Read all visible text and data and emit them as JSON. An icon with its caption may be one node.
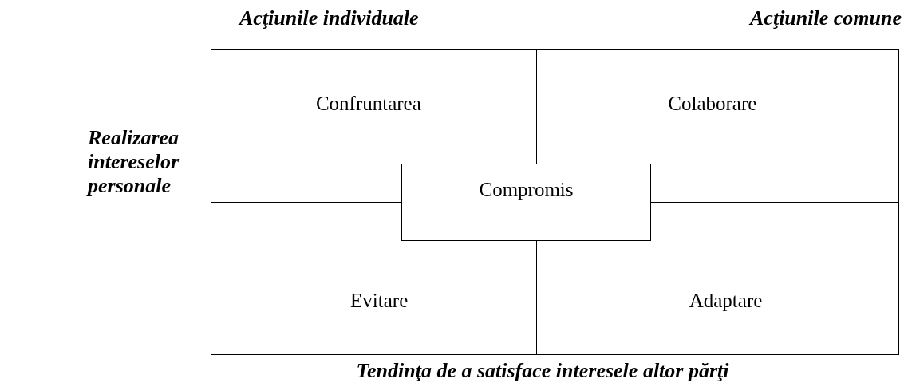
{
  "diagram": {
    "nodes": [
      {
        "text": [
          "Confruntarea"
        ]
      },
      {
        "text": [
          "Colaborare"
        ]
      },
      {
        "text": [
          "Compromis"
        ]
      },
      {
        "text": [
          "Evitare"
        ]
      },
      {
        "text": [
          "Adaptare"
        ]
      }
    ],
    "labels": [
      "Acţiunile individuale",
      "Acţiunile comune",
      "Realizarea intereselor personale",
      "Tendinţa de a satisface interesele altor părţi"
    ]
  }
}
